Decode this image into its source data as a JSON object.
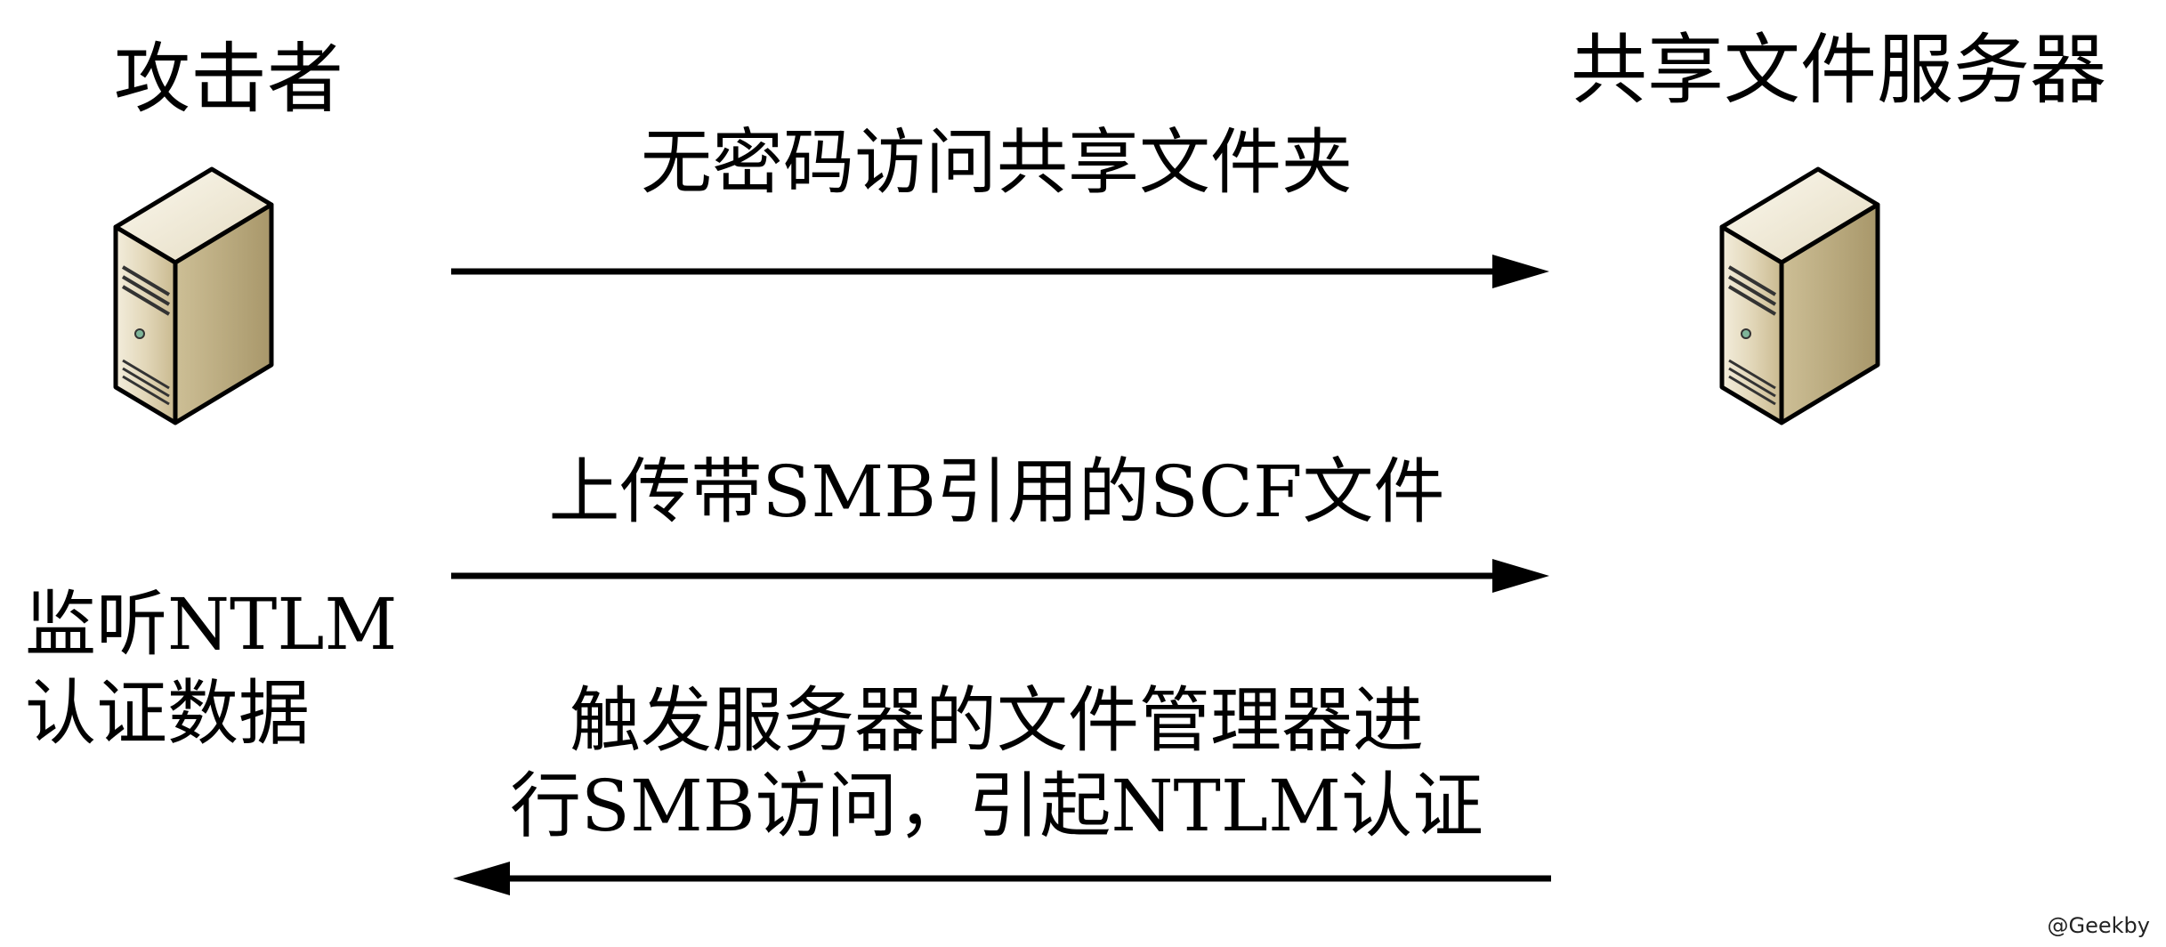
{
  "actors": {
    "attacker": {
      "label": "攻击者",
      "icon": "server-icon"
    },
    "file_server": {
      "label": "共享文件服务器",
      "icon": "server-icon"
    }
  },
  "messages": [
    {
      "label": "无密码访问共享文件夹",
      "direction": "attacker-to-server"
    },
    {
      "label": "上传带SMB引用的SCF文件",
      "direction": "attacker-to-server"
    },
    {
      "label_line1": "触发服务器的文件管理器进",
      "label_line2": "行SMB访问，引起NTLM认证",
      "direction": "server-to-attacker"
    }
  ],
  "side_note": {
    "line1": "监听NTLM",
    "line2": "认证数据"
  },
  "watermark": "@Geekby"
}
